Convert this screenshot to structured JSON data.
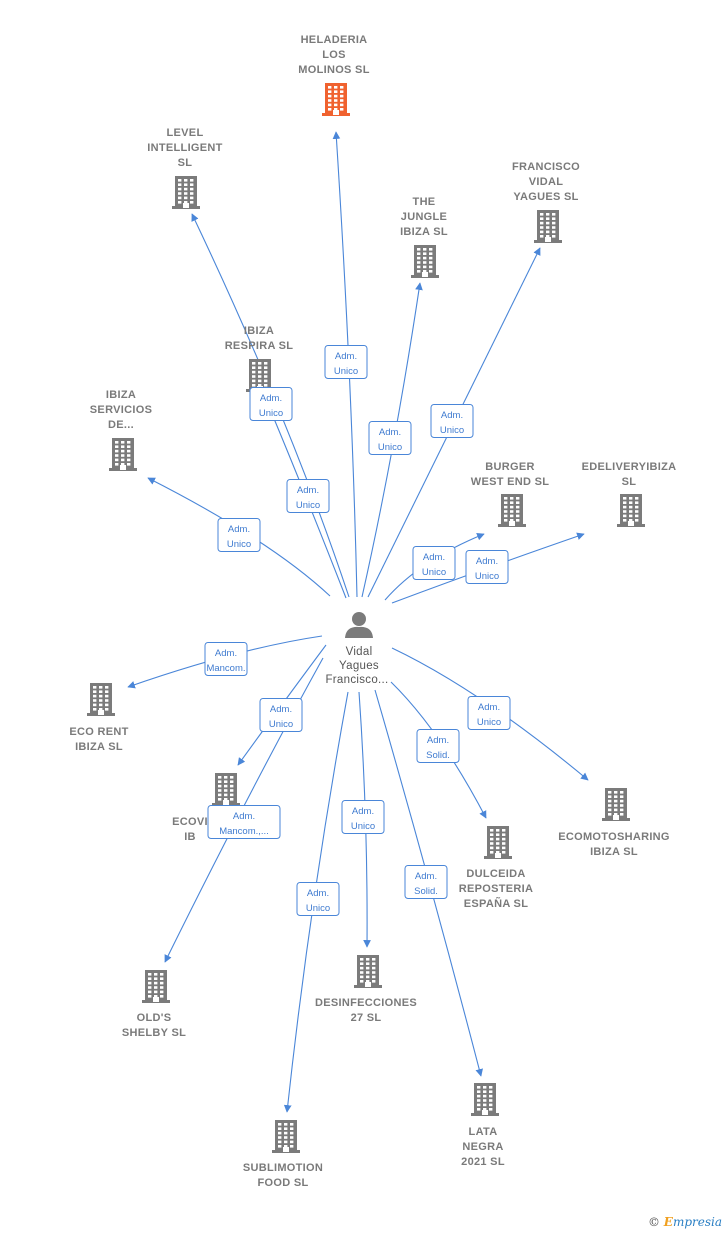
{
  "center": {
    "lines": [
      "Vidal",
      "Yagues",
      "Francisco..."
    ],
    "icon": "person-icon"
  },
  "nodes": [
    {
      "id": "heladeria",
      "lines": [
        "HELADERIA",
        "LOS",
        "MOLINOS  SL"
      ],
      "highlight": true
    },
    {
      "id": "level",
      "lines": [
        "LEVEL",
        "INTELLIGENT",
        "SL"
      ]
    },
    {
      "id": "francisco",
      "lines": [
        "FRANCISCO",
        "VIDAL",
        "YAGUES  SL"
      ]
    },
    {
      "id": "jungle",
      "lines": [
        "THE",
        "JUNGLE",
        "IBIZA  SL"
      ]
    },
    {
      "id": "respira",
      "lines": [
        "IBIZA",
        "RESPIRA  SL"
      ]
    },
    {
      "id": "servicios",
      "lines": [
        "IBIZA",
        "SERVICIOS",
        "DE..."
      ]
    },
    {
      "id": "burger",
      "lines": [
        "BURGER",
        "WEST END  SL"
      ]
    },
    {
      "id": "edelivery",
      "lines": [
        "EDELIVERYIBIZA",
        "SL"
      ]
    },
    {
      "id": "ecorent",
      "lines": [
        "ECO RENT",
        "IBIZA  SL"
      ]
    },
    {
      "id": "ecovi",
      "lines": [
        "ECOVI",
        "IB"
      ]
    },
    {
      "id": "ecomoto",
      "lines": [
        "ECOMOTOSHARING",
        "IBIZA  SL"
      ]
    },
    {
      "id": "dulceida",
      "lines": [
        "DULCEIDA",
        "REPOSTERIA",
        "ESPAÑA  SL"
      ]
    },
    {
      "id": "olds",
      "lines": [
        "OLD'S",
        "SHELBY  SL"
      ]
    },
    {
      "id": "desinf",
      "lines": [
        "DESINFECCIONES",
        "27  SL"
      ]
    },
    {
      "id": "lata",
      "lines": [
        "LATA",
        "NEGRA",
        "2021  SL"
      ]
    },
    {
      "id": "sublimotion",
      "lines": [
        "SUBLIMOTION",
        "FOOD  SL"
      ]
    }
  ],
  "edges": [
    {
      "to": "heladeria",
      "role": [
        "Adm.",
        "Unico"
      ]
    },
    {
      "to": "level",
      "role": [
        "Adm.",
        "Unico"
      ]
    },
    {
      "to": "respira",
      "role": [
        "Adm.",
        "Unico"
      ]
    },
    {
      "to": "jungle",
      "role": [
        "Adm.",
        "Unico"
      ]
    },
    {
      "to": "francisco",
      "role": [
        "Adm.",
        "Unico"
      ]
    },
    {
      "to": "servicios",
      "role": [
        "Adm.",
        "Unico"
      ]
    },
    {
      "to": "burger",
      "role": [
        "Adm.",
        "Unico"
      ]
    },
    {
      "to": "edelivery",
      "role": [
        "Adm.",
        "Unico"
      ]
    },
    {
      "to": "ecorent",
      "role": [
        "Adm.",
        "Mancom."
      ]
    },
    {
      "to": "ecovi",
      "role": [
        "Adm.",
        "Unico"
      ]
    },
    {
      "to": "olds",
      "role": [
        "Adm.",
        "Mancom.,..."
      ]
    },
    {
      "to": "ecomoto",
      "role": [
        "Adm.",
        "Unico"
      ]
    },
    {
      "to": "dulceida",
      "role": [
        "Adm.",
        "Solid."
      ]
    },
    {
      "to": "desinf",
      "role": [
        "Adm.",
        "Unico"
      ]
    },
    {
      "to": "lata",
      "role": [
        "Adm.",
        "Solid."
      ]
    },
    {
      "to": "sublimotion",
      "role": [
        "Adm.",
        "Unico"
      ]
    }
  ],
  "colors": {
    "edge": "#4a86d8",
    "building": "#7b7b7b",
    "highlight": "#f0622f",
    "person": "#7b7b7b"
  },
  "footer": {
    "copyright": "©",
    "brand_first": "E",
    "brand_rest": "mpresia"
  }
}
